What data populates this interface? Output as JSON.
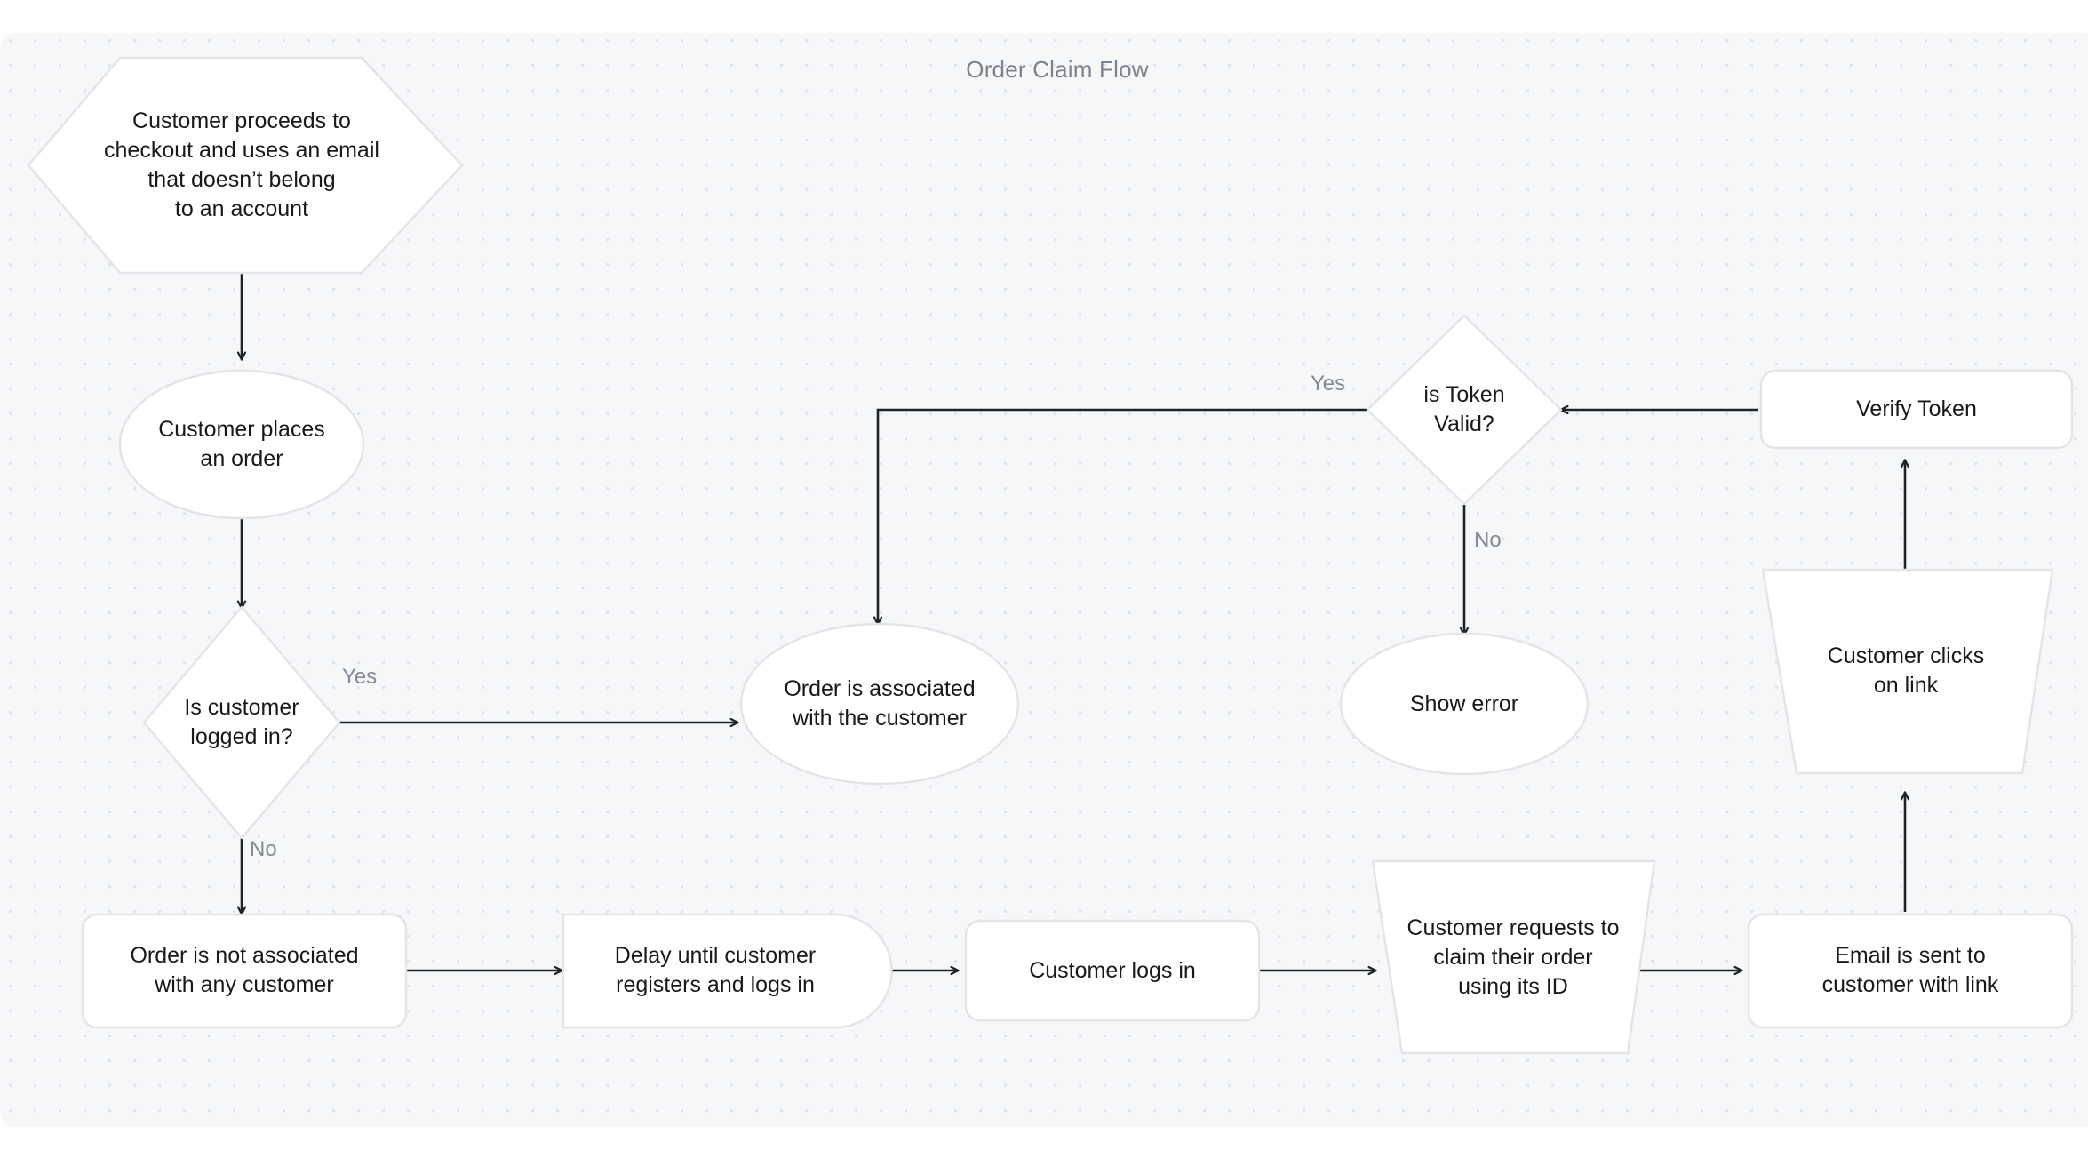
{
  "diagram": {
    "title": "Order Claim Flow",
    "colors": {
      "canvas_bg": "#f5f7f9",
      "page_bg": "#ffffff",
      "node_fill": "#ffffff",
      "node_border": "#e2e4e8",
      "node_text": "#17191c",
      "edge_stroke": "#1f2328",
      "edge_label_text": "#818a95",
      "title_text": "#7b838f",
      "grid_dot": "#dfe2e7"
    },
    "nodes": [
      {
        "id": "checkout-email",
        "shape": "hexagon",
        "label": "Customer proceeds to\ncheckout and uses an email\nthat doesn’t belong\nto an account"
      },
      {
        "id": "places-order",
        "shape": "ellipse",
        "label": "Customer places\nan order"
      },
      {
        "id": "is-logged-in",
        "shape": "diamond",
        "label": "Is customer\nlogged in?"
      },
      {
        "id": "order-associated",
        "shape": "ellipse",
        "label": "Order is associated\nwith the customer"
      },
      {
        "id": "order-not-associated",
        "shape": "rounded-rect",
        "label": "Order is not associated\nwith any customer"
      },
      {
        "id": "delay-register",
        "shape": "delay",
        "label": "Delay until customer\nregisters and logs in"
      },
      {
        "id": "customer-logs-in",
        "shape": "rounded-rect",
        "label": "Customer logs in"
      },
      {
        "id": "requests-claim",
        "shape": "trapezoid",
        "label": "Customer requests to\nclaim their order\nusing its ID"
      },
      {
        "id": "email-sent",
        "shape": "rounded-rect",
        "label": "Email is sent to\ncustomer with link"
      },
      {
        "id": "clicks-link",
        "shape": "trapezoid",
        "label": "Customer clicks\non link"
      },
      {
        "id": "verify-token",
        "shape": "rounded-rect",
        "label": "Verify Token"
      },
      {
        "id": "is-token-valid",
        "shape": "diamond",
        "label": "is Token\nValid?"
      },
      {
        "id": "show-error",
        "shape": "ellipse",
        "label": "Show error"
      }
    ],
    "edges": [
      {
        "id": "e1",
        "from": "checkout-email",
        "to": "places-order",
        "label": ""
      },
      {
        "id": "e2",
        "from": "places-order",
        "to": "is-logged-in",
        "label": ""
      },
      {
        "id": "e3",
        "from": "is-logged-in",
        "to": "order-associated",
        "label": "Yes"
      },
      {
        "id": "e4",
        "from": "is-logged-in",
        "to": "order-not-associated",
        "label": "No"
      },
      {
        "id": "e5",
        "from": "order-not-associated",
        "to": "delay-register",
        "label": ""
      },
      {
        "id": "e6",
        "from": "delay-register",
        "to": "customer-logs-in",
        "label": ""
      },
      {
        "id": "e7",
        "from": "customer-logs-in",
        "to": "requests-claim",
        "label": ""
      },
      {
        "id": "e8",
        "from": "requests-claim",
        "to": "email-sent",
        "label": ""
      },
      {
        "id": "e9",
        "from": "email-sent",
        "to": "clicks-link",
        "label": ""
      },
      {
        "id": "e10",
        "from": "clicks-link",
        "to": "verify-token",
        "label": ""
      },
      {
        "id": "e11",
        "from": "verify-token",
        "to": "is-token-valid",
        "label": ""
      },
      {
        "id": "e12",
        "from": "is-token-valid",
        "to": "order-associated",
        "label": "Yes"
      },
      {
        "id": "e13",
        "from": "is-token-valid",
        "to": "show-error",
        "label": "No"
      }
    ],
    "edge_labels": {
      "logged_in_yes": "Yes",
      "logged_in_no": "No",
      "token_yes": "Yes",
      "token_no": "No"
    }
  }
}
